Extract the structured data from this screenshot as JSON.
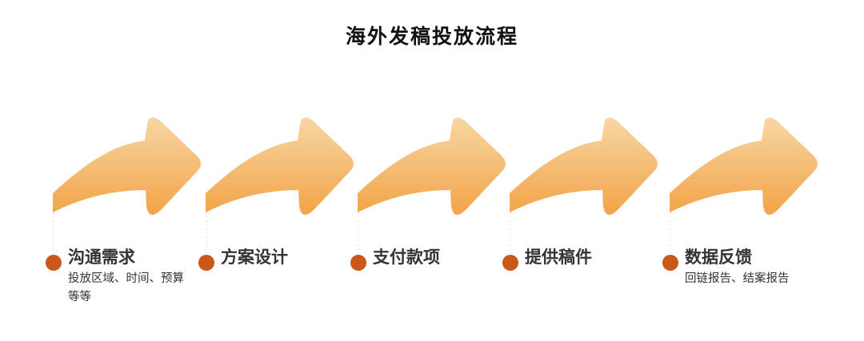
{
  "title": "海外发稿投放流程",
  "colors": {
    "arrow_top": "#f8d6a4",
    "arrow_bottom": "#f2a447",
    "dot": "#c9581a",
    "text": "#333333"
  },
  "steps": [
    {
      "label": "沟通需求",
      "desc": "投放区域、时间、预算等等"
    },
    {
      "label": "方案设计",
      "desc": ""
    },
    {
      "label": "支付款项",
      "desc": ""
    },
    {
      "label": "提供稿件",
      "desc": ""
    },
    {
      "label": "数据反馈",
      "desc": "回链报告、结案报告"
    }
  ]
}
